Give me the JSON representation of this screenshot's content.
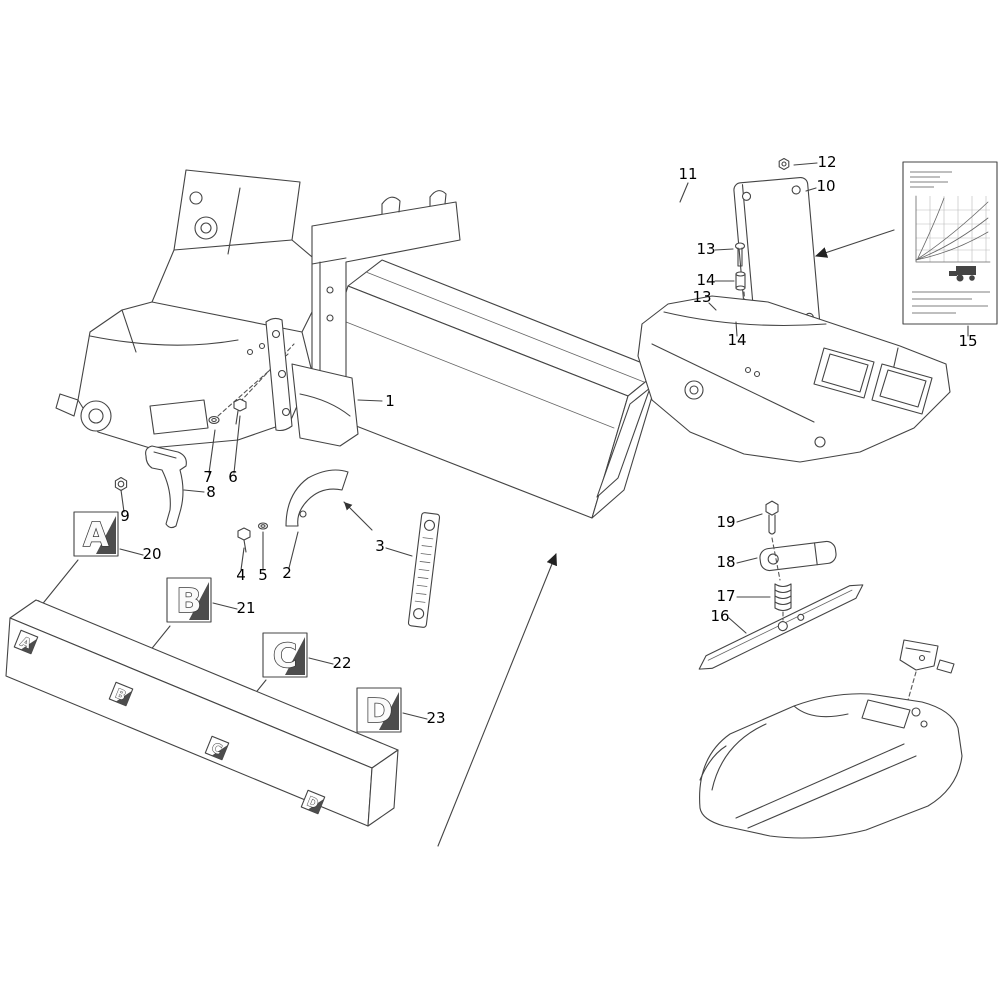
{
  "diagram": {
    "type": "exploded-parts-diagram",
    "callouts": {
      "n1": "1",
      "n2": "2",
      "n3": "3",
      "n4": "4",
      "n5": "5",
      "n6": "6",
      "n7": "7",
      "n8": "8",
      "n9": "9",
      "n10": "10",
      "n11": "11",
      "n12": "12",
      "n13": "13",
      "n14": "14",
      "n15": "15",
      "n16": "16",
      "n17": "17",
      "n18": "18",
      "n19": "19",
      "n20": "20",
      "n21": "21",
      "n22": "22",
      "n23": "23"
    },
    "position_labels": {
      "a": "A",
      "b": "B",
      "c": "C",
      "d": "D"
    },
    "colors": {
      "background": "#ffffff",
      "line": "#444444",
      "label": "#000000",
      "accent_dark": "#4d4d4d"
    }
  }
}
